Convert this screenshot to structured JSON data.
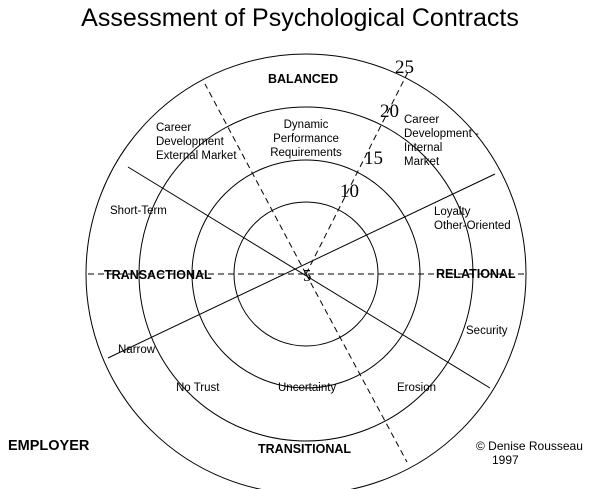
{
  "title": "Assessment of Psychological Contracts",
  "scale": {
    "five": "5",
    "ten": "10",
    "fifteen": "15",
    "twenty": "20",
    "twentyfive": "25"
  },
  "quadrants": {
    "balanced": "BALANCED",
    "transactional": "TRANSACTIONAL",
    "relational": "RELATIONAL",
    "transitional": "TRANSITIONAL"
  },
  "dimensions": {
    "career_external": [
      "Career",
      "Development",
      "External Market"
    ],
    "dynamic_performance": [
      "Dynamic",
      "Performance",
      "Requirements"
    ],
    "career_internal": [
      "Career",
      "Development -",
      "Internal",
      "Market"
    ],
    "short_term": "Short-Term",
    "loyalty": [
      "Loyalty",
      "Other-Oriented"
    ],
    "narrow": "Narrow",
    "security": "Security",
    "no_trust": "No Trust",
    "uncertainty": "Uncertainty",
    "erosion": "Erosion"
  },
  "footer": {
    "employer": "EMPLOYER",
    "copyright": "© Denise Rousseau",
    "year": "1997"
  }
}
